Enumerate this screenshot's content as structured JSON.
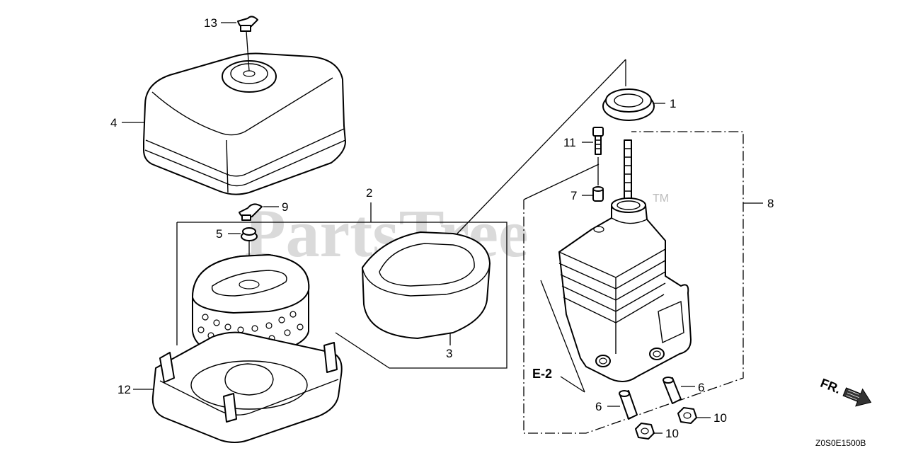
{
  "diagram": {
    "watermark": "PartsTree",
    "watermark_tm": "TM",
    "drawing_code": "Z0S0E1500B",
    "ref_label": "E-2",
    "direction_label": "FR.",
    "callouts": [
      "1",
      "2",
      "3",
      "4",
      "5",
      "6",
      "6",
      "7",
      "8",
      "9",
      "10",
      "10",
      "11",
      "12",
      "13"
    ]
  }
}
